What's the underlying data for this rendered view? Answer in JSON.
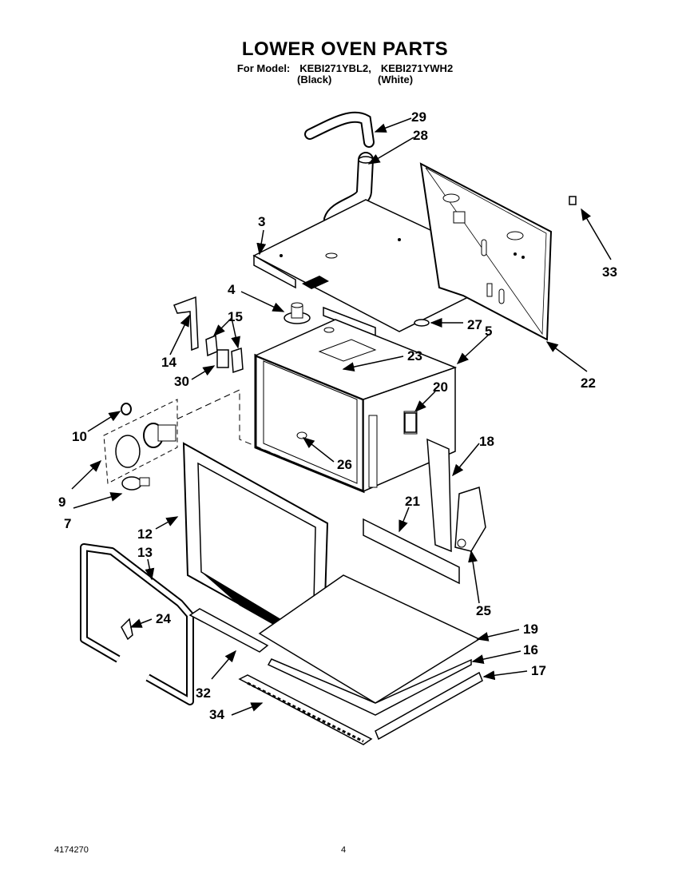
{
  "header": {
    "title": "LOWER OVEN PARTS",
    "model_prefix": "For Model:",
    "model_1": "KEBI271YBL2,",
    "model_2": "KEBI271YWH2",
    "color_1": "(Black)",
    "color_2": "(White)"
  },
  "callouts": {
    "p3": "3",
    "p4": "4",
    "p5": "5",
    "p7": "7",
    "p9": "9",
    "p10": "10",
    "p12": "12",
    "p13": "13",
    "p14": "14",
    "p15": "15",
    "p16": "16",
    "p17": "17",
    "p18": "18",
    "p19": "19",
    "p20": "20",
    "p21": "21",
    "p22": "22",
    "p23": "23",
    "p24": "24",
    "p25": "25",
    "p26": "26",
    "p27": "27",
    "p28": "28",
    "p29": "29",
    "p30": "30",
    "p32": "32",
    "p33": "33",
    "p34": "34"
  },
  "footer": {
    "doc_number": "4174270",
    "page_number": "4"
  }
}
